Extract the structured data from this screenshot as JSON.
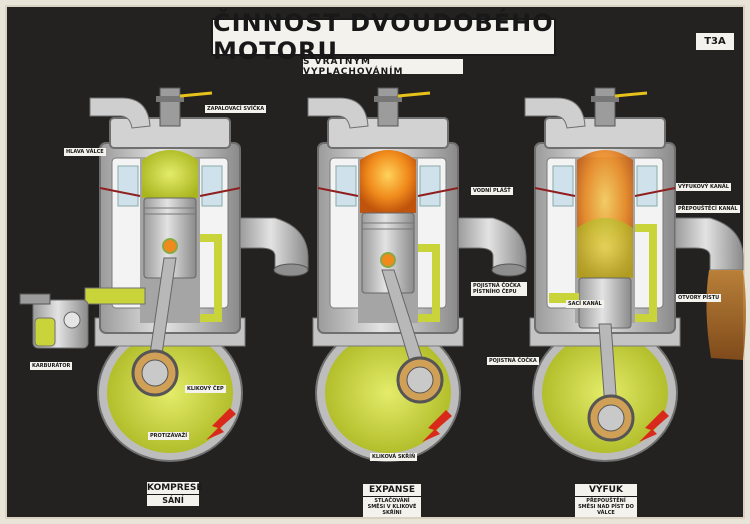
{
  "title": "ČINNOST DVOUDOBÉHO MOTORU",
  "subtitle": "S VRATNÝM VYPLACHOVÁNÍM",
  "code": "T3A",
  "labels": {
    "zapalovaci_svicka": "ZAPALOVACÍ SVÍČKA",
    "hlava_valce": "HLAVA VÁLCE",
    "karburator": "KARBURÁTOR",
    "klikovy_cep": "KLIKOVÝ ČEP",
    "protizavazi": "PROTIZÁVAŽÍ",
    "vodni_plast": "VODNÍ PLÁŠŤ",
    "pojistna_cocka_pistniho_cepu": "POJISTNÁ ČOČKA PÍSTNÍHO ČEPU",
    "klikova_skrin": "KLIKOVÁ SKŘÍŇ",
    "vyfukovy_kanal": "VÝFUKOVÝ KANÁL",
    "prepousteci_kanal": "PŘEPOUŠTĚCÍ KANÁL",
    "otvory_pistu": "OTVORY PÍSTU",
    "saci_kanal": "SACÍ KANÁL",
    "pojistna_cocka": "POJISTNÁ ČOČKA"
  },
  "stages": [
    {
      "name": "KOMPRESE",
      "name2": "SÁNÍ",
      "note": ""
    },
    {
      "name": "EXPANSE",
      "name2": "",
      "note": "STLAČOVÁNÍ SMĚSI V KLIKOVÉ SKŘÍNI"
    },
    {
      "name": "VÝFUK",
      "name2": "",
      "note": "PŘEPOUŠTĚNÍ SMĚSI NAD PÍST DO VÁLCE"
    }
  ],
  "colors": {
    "background": "#232221",
    "metal": "#c9c9c9",
    "metal_dark": "#8e8e8e",
    "mixture": "#c8d43a",
    "combustion": "#f08a1c",
    "exhaust": "#a86a2a",
    "arrow": "#d9291b"
  }
}
